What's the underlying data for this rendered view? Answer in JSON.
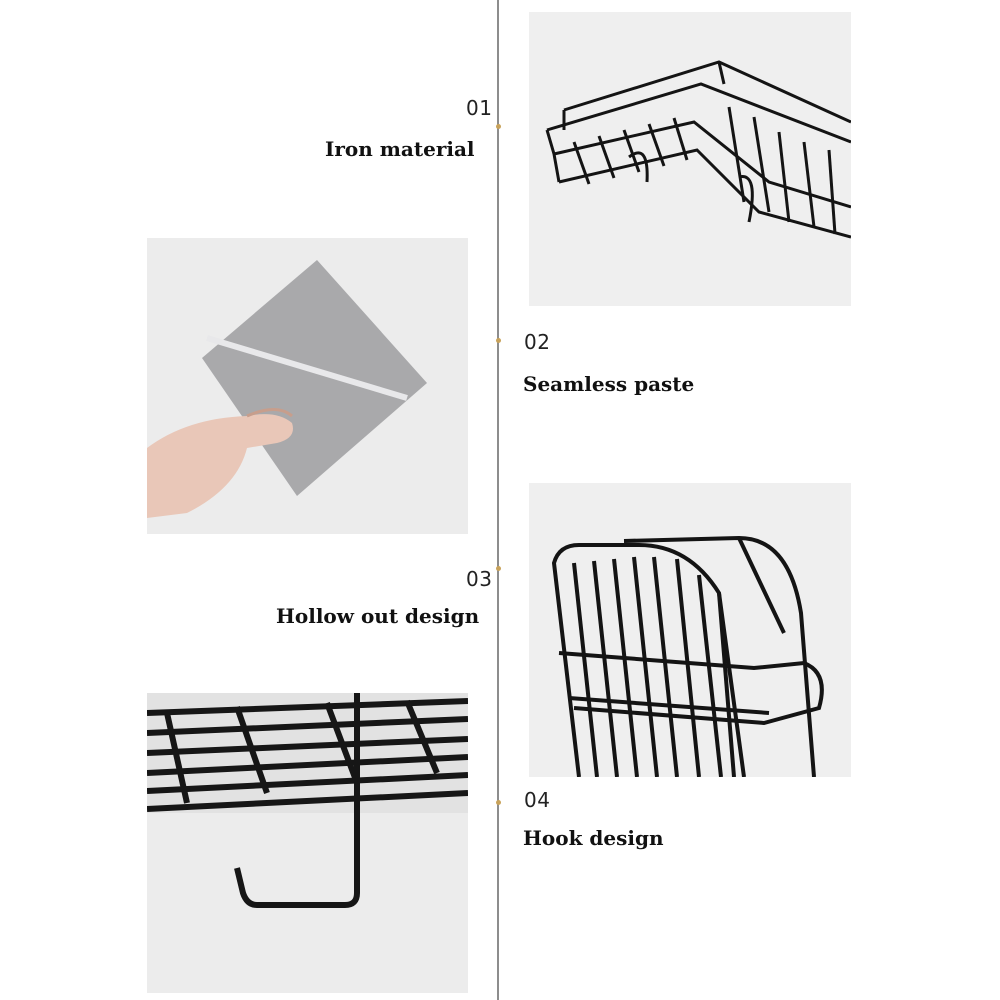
{
  "features": [
    {
      "number": "01",
      "label": "Iron material"
    },
    {
      "number": "02",
      "label": "Seamless paste"
    },
    {
      "number": "03",
      "label": "Hollow out design"
    },
    {
      "number": "04",
      "label": "Hook design"
    }
  ],
  "colors": {
    "background": "#ffffff",
    "timeline": "#8d8d8d",
    "dot": "#c8a25a",
    "photo_bg": "#eeeeee",
    "wire": "#141414"
  },
  "images": [
    {
      "name": "corner-basket-image"
    },
    {
      "name": "adhesive-pad-image"
    },
    {
      "name": "basket-side-image"
    },
    {
      "name": "hook-image"
    }
  ]
}
